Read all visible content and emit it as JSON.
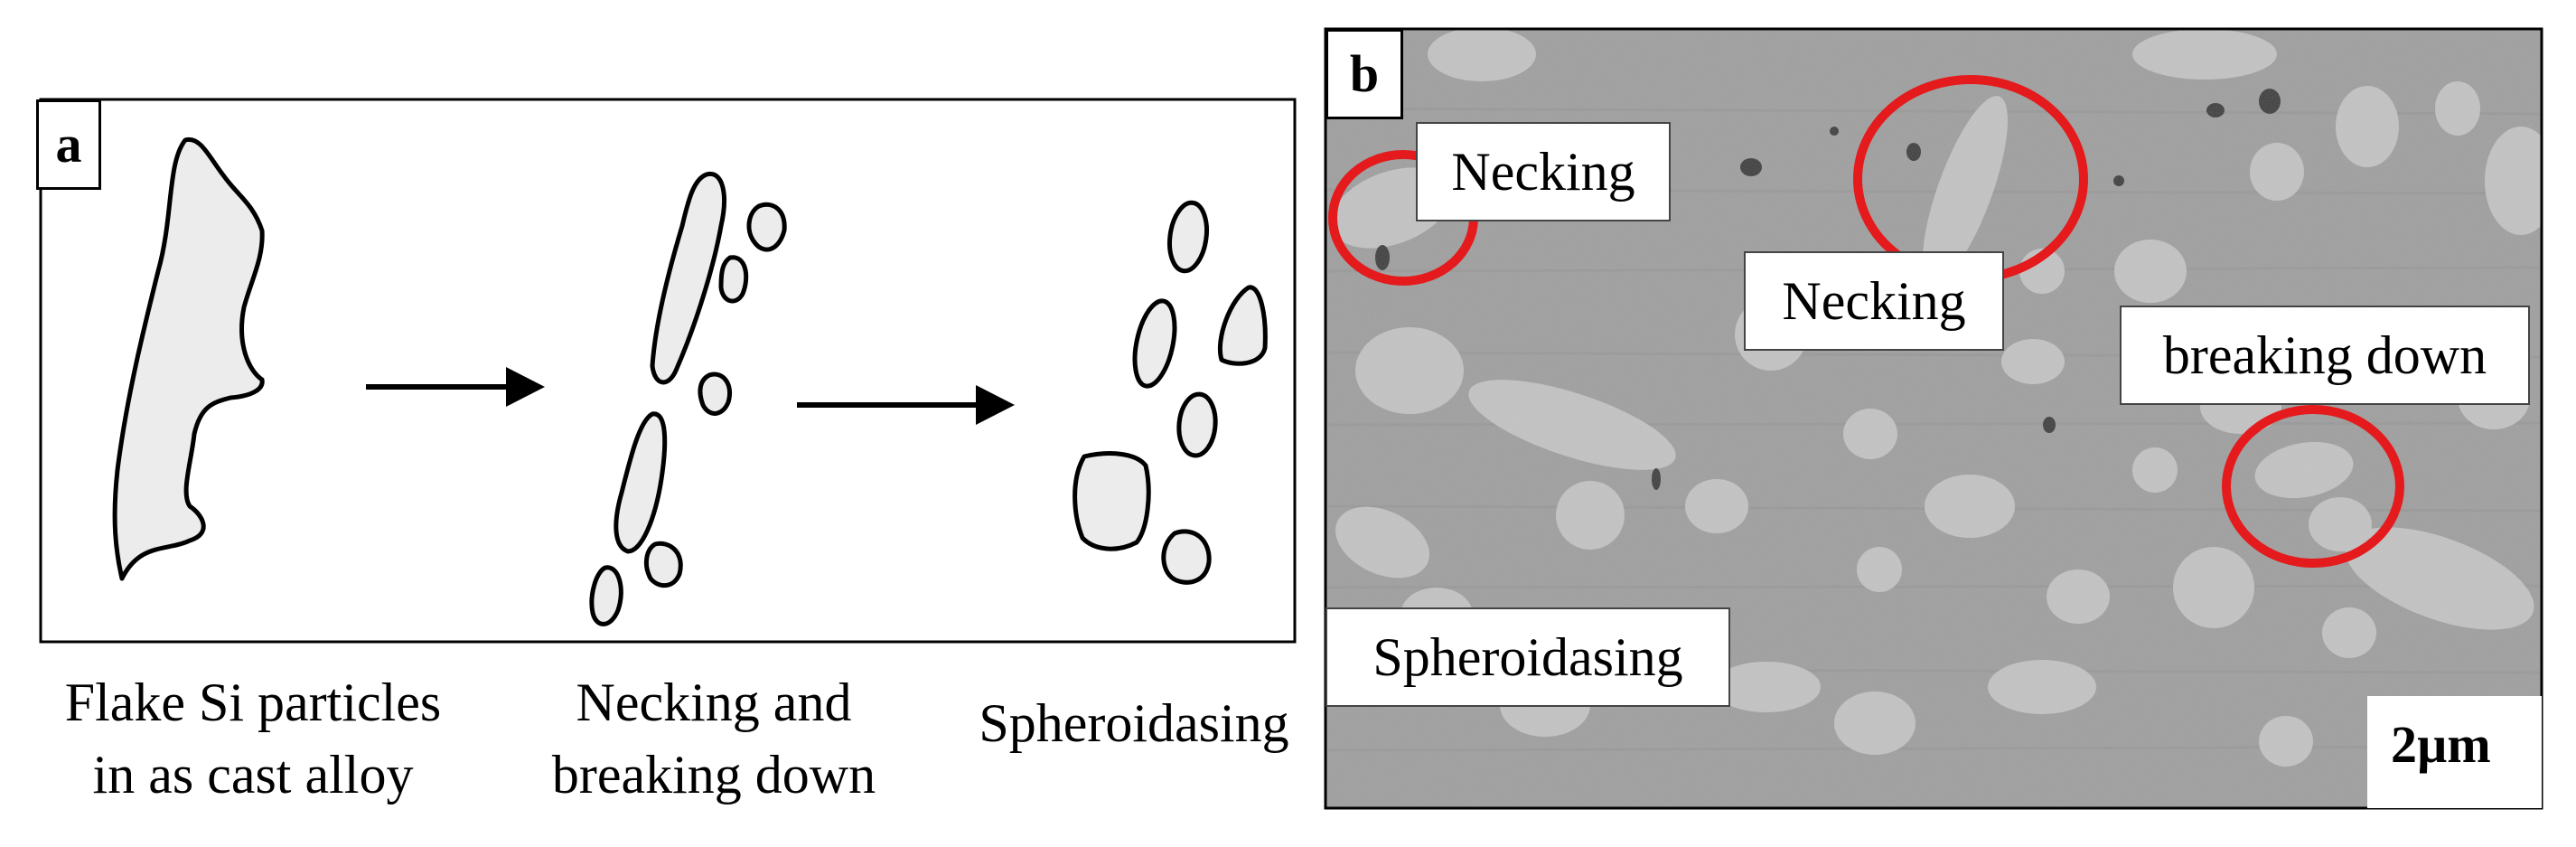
{
  "panel_a": {
    "label": "a",
    "captions": {
      "stage1": [
        "Flake Si particles",
        "in as cast alloy"
      ],
      "stage2": [
        "Necking and",
        "breaking down"
      ],
      "stage3": [
        "Spheroidasing"
      ]
    }
  },
  "panel_b": {
    "label": "b",
    "annotations": {
      "necking_1": "Necking",
      "necking_2": "Necking",
      "breaking_down": "breaking down",
      "spheroidasing": "Spheroidasing"
    },
    "scale_bar": "2µm",
    "colors": {
      "circle": "#e41a1c",
      "background": "#9c9c9c",
      "particle": "#c4c4c4"
    }
  },
  "colors": {
    "particle_fill": "#ececec",
    "outline": "#000000",
    "arrow": "#000000"
  }
}
